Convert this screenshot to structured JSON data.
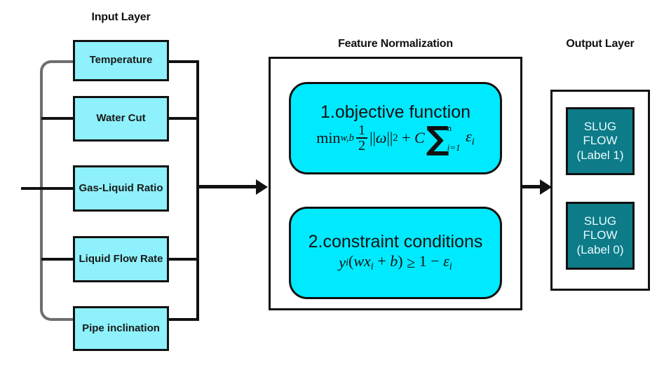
{
  "diagram": {
    "title_input": "Input Layer",
    "title_middle": "Feature Normalization",
    "title_output": "Output Layer",
    "colors": {
      "feature_box_fill": "#8ef1fb",
      "equation_box_fill": "#00eaff",
      "output_box_fill": "#0d7b88",
      "line_black": "#111111",
      "bracket_gray": "#6e6e6e",
      "background": "#ffffff"
    }
  },
  "input_layer": {
    "features": [
      {
        "label": "Temperature"
      },
      {
        "label": "Water Cut"
      },
      {
        "label": "Gas-Liquid Ratio"
      },
      {
        "label": "Liquid Flow Rate"
      },
      {
        "label": "Pipe inclination"
      }
    ]
  },
  "feature_normalization": {
    "equations": [
      {
        "heading": "1.objective function",
        "formula_text": "min_{w,b} (1/2)||ω||^2 + C Σ_{i=1}^{n} ε_i",
        "parts": {
          "min": "min",
          "min_sub": "w,b",
          "frac_num": "1",
          "frac_den": "2",
          "norm": "||",
          "omega": "ω",
          "norm_close": "||",
          "power": "2",
          "plus": "+",
          "C": "C",
          "sigma": "∑",
          "sum_top": "n",
          "sum_bottom": "i=1",
          "epsilon": "ε",
          "epsilon_sub": "i"
        }
      },
      {
        "heading": "2.constraint conditions",
        "formula_text": "y_i(wx_i + b) ≥ 1 − ε_i",
        "parts": {
          "y": "y",
          "y_sub": "i",
          "open": "(",
          "w": "w",
          "x": "x",
          "x_sub": "i",
          "plus": "+",
          "b": "b",
          "close": ")",
          "geq": "≥",
          "one": "1",
          "minus": "−",
          "epsilon": "ε",
          "epsilon_sub": "i"
        }
      }
    ]
  },
  "output_layer": {
    "classes": [
      {
        "line1": "SLUG",
        "line2": "FLOW",
        "line3": "(Label 1)"
      },
      {
        "line1": "SLUG",
        "line2": "FLOW",
        "line3": "(Label 0)"
      }
    ]
  }
}
